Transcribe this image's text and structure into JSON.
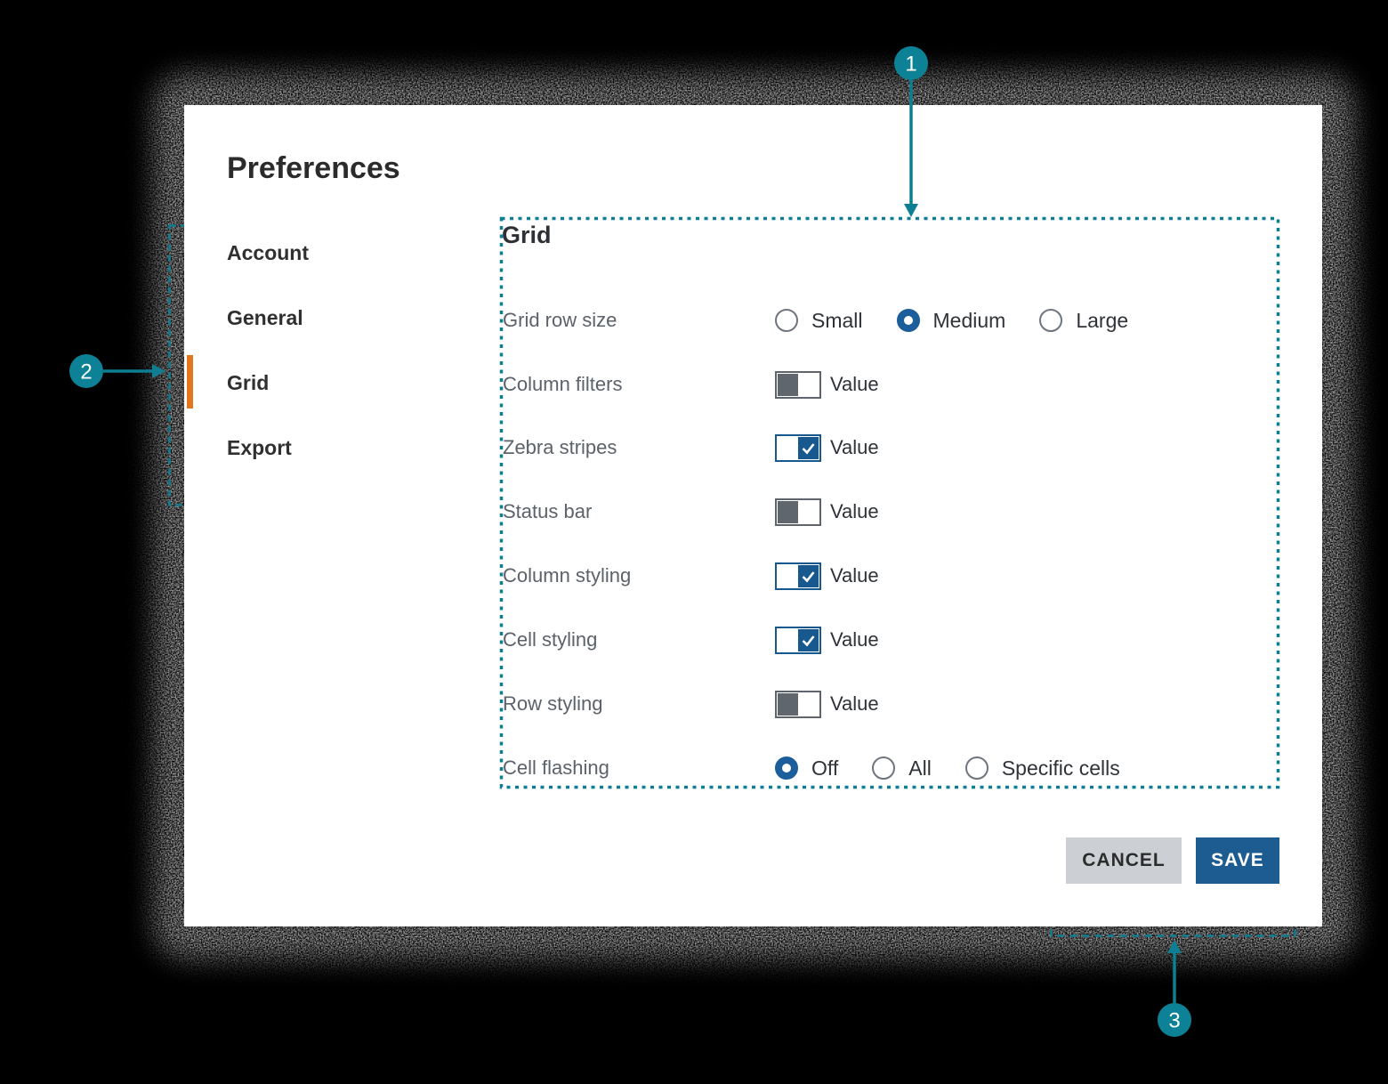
{
  "title": "Preferences",
  "sidebar": {
    "items": [
      {
        "label": "Account",
        "active": false
      },
      {
        "label": "General",
        "active": false
      },
      {
        "label": "Grid",
        "active": true
      },
      {
        "label": "Export",
        "active": false
      }
    ]
  },
  "panel": {
    "heading": "Grid",
    "rows": [
      {
        "label": "Grid row size",
        "type": "radio-group",
        "options": [
          {
            "label": "Small",
            "selected": false
          },
          {
            "label": "Medium",
            "selected": true
          },
          {
            "label": "Large",
            "selected": false
          }
        ]
      },
      {
        "label": "Column filters",
        "type": "toggle",
        "checked": false,
        "value_label": "Value"
      },
      {
        "label": "Zebra stripes",
        "type": "toggle",
        "checked": true,
        "value_label": "Value"
      },
      {
        "label": "Status bar",
        "type": "toggle",
        "checked": false,
        "value_label": "Value"
      },
      {
        "label": "Column styling",
        "type": "toggle",
        "checked": true,
        "value_label": "Value"
      },
      {
        "label": "Cell styling",
        "type": "toggle",
        "checked": true,
        "value_label": "Value"
      },
      {
        "label": "Row styling",
        "type": "toggle",
        "checked": false,
        "value_label": "Value"
      },
      {
        "label": "Cell flashing",
        "type": "radio-group",
        "options": [
          {
            "label": "Off",
            "selected": true
          },
          {
            "label": "All",
            "selected": false
          },
          {
            "label": "Specific cells",
            "selected": false
          }
        ]
      }
    ]
  },
  "footer": {
    "cancel_label": "CANCEL",
    "save_label": "SAVE"
  },
  "annotations": {
    "markers": [
      {
        "number": "1"
      },
      {
        "number": "2"
      },
      {
        "number": "3"
      }
    ]
  },
  "colors": {
    "annotation_teal": "#0e7f93",
    "control_blue": "#1b5e9b",
    "save_button_blue": "#1c5c90",
    "cancel_button_gray": "#ccd0d4",
    "active_tab_orange": "#e2761e",
    "card_background": "#ffffff",
    "page_background": "#000000"
  }
}
